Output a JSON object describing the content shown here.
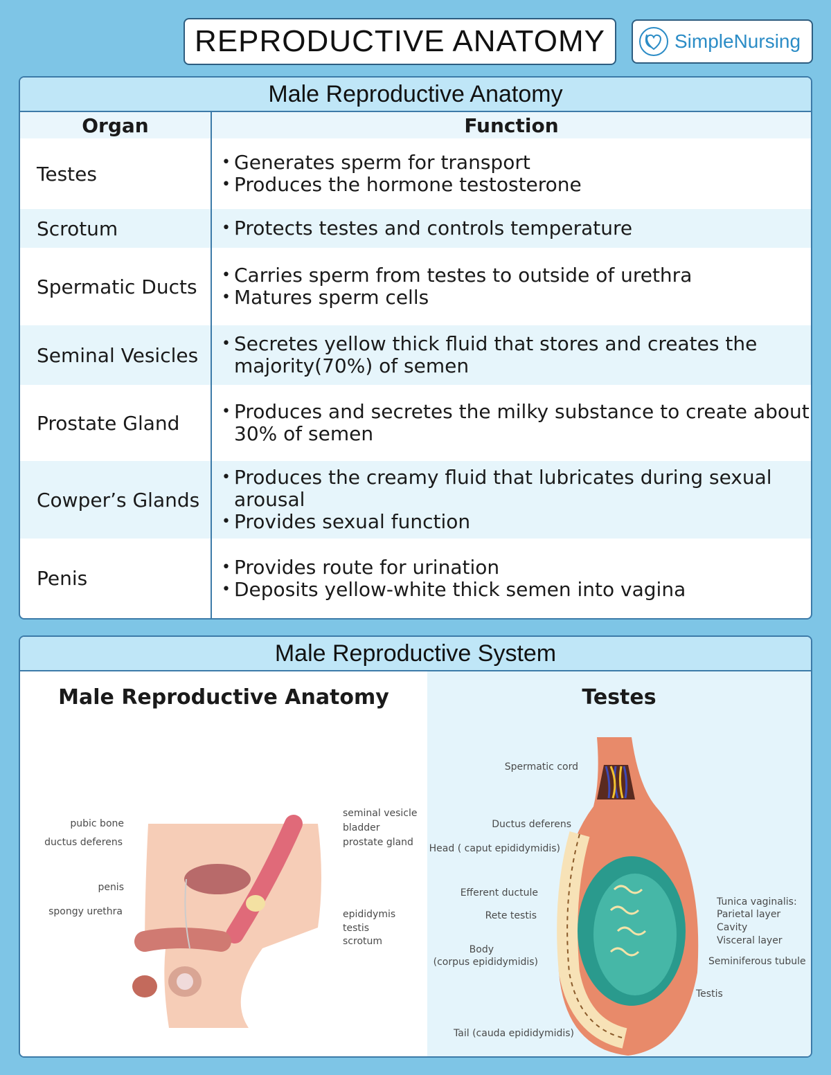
{
  "header": {
    "title": "REPRODUCTIVE ANATOMY",
    "brand": "SimpleNursing",
    "brand_icon": "heart-stethoscope-icon"
  },
  "table_panel": {
    "title": "Male Reproductive Anatomy",
    "headers": [
      "Organ",
      "Function"
    ],
    "rows": [
      {
        "organ": "Testes",
        "functions": [
          "Generates sperm for transport",
          "Produces the hormone testosterone"
        ]
      },
      {
        "organ": "Scrotum",
        "functions": [
          "Protects testes and controls temperature"
        ]
      },
      {
        "organ": "Spermatic Ducts",
        "functions": [
          "Carries sperm from testes to outside of urethra",
          "Matures sperm cells"
        ]
      },
      {
        "organ": "Seminal Vesicles",
        "functions": [
          "Secretes yellow thick fluid that stores and creates the majority(70%) of semen"
        ]
      },
      {
        "organ": "Prostate Gland",
        "functions": [
          "Produces and secretes the milky substance to create about 30% of semen"
        ]
      },
      {
        "organ": "Cowper’s Glands",
        "functions": [
          "Produces the creamy fluid that lubricates during sexual arousal",
          "Provides sexual function"
        ]
      },
      {
        "organ": "Penis",
        "functions": [
          "Provides route for urination",
          "Deposits yellow-white thick semen into vagina"
        ]
      }
    ]
  },
  "system_panel": {
    "title": "Male Reproductive System",
    "left": {
      "title": "Male Reproductive Anatomy",
      "labels_left": [
        "pubic bone",
        "ductus deferens",
        "penis",
        "spongy urethra"
      ],
      "labels_right": [
        "seminal vesicle",
        "bladder",
        "prostate gland",
        "epididymis",
        "testis",
        "scrotum"
      ]
    },
    "right": {
      "title": "Testes",
      "labels_left": [
        "Spermatic cord",
        "Ductus deferens",
        "Head ( caput epididymidis)",
        "Efferent ductule",
        "Rete testis",
        "Body",
        "(corpus epididymidis)",
        "Tail (cauda epididymidis)"
      ],
      "labels_right": [
        "Tunica vaginalis:",
        "Parietal layer",
        "Cavity",
        "Visceral layer",
        "Seminiferous tubule",
        "Testis"
      ]
    }
  },
  "colors": {
    "background": "#7ec5e6",
    "header_fill": "#bfe6f7",
    "border": "#3c7aa8",
    "brand": "#2b8cc6"
  }
}
